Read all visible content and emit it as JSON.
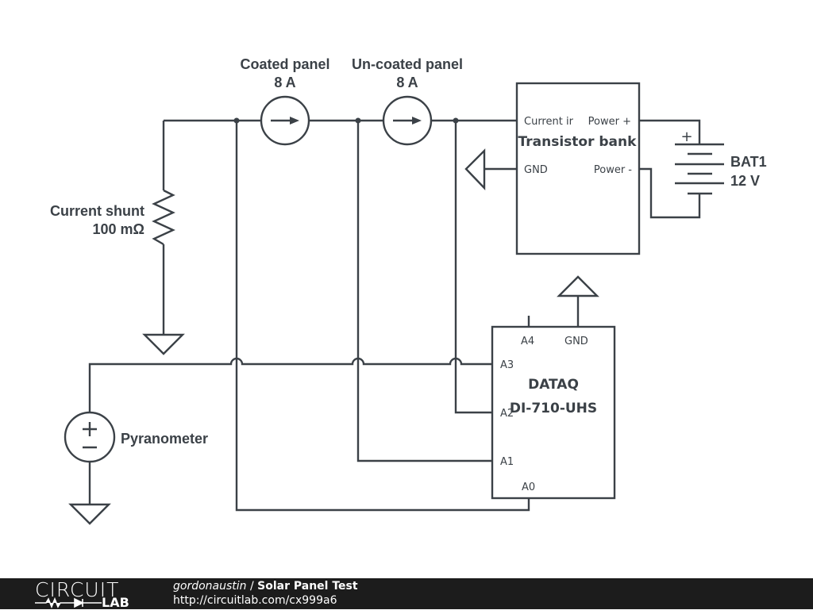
{
  "components": {
    "coated_panel": {
      "name": "Coated panel",
      "value": "8 A"
    },
    "uncoated_panel": {
      "name": "Un-coated panel",
      "value": "8 A"
    },
    "shunt": {
      "name": "Current shunt",
      "value": "100 mΩ"
    },
    "pyranometer": {
      "name": "Pyranometer"
    },
    "battery": {
      "name": "BAT1",
      "value": "12 V",
      "plus": "+"
    },
    "transistor_bank": {
      "title": "Transistor bank",
      "pins": {
        "current_in": "Current ir",
        "power_plus": "Power +",
        "gnd": "GND",
        "power_minus": "Power -"
      }
    },
    "dataq": {
      "title1": "DATAQ",
      "title2": "DI-710-UHS",
      "pins": {
        "a0": "A0",
        "a1": "A1",
        "a2": "A2",
        "a3": "A3",
        "a4": "A4",
        "gnd": "GND"
      }
    }
  },
  "colors": {
    "wire": "#3b4147",
    "footer_bg": "#1c1c1c"
  },
  "footer": {
    "logo_top": "CIRCUIT",
    "logo_bottom": "LAB",
    "author": "gordonaustin",
    "separator": " / ",
    "title": "Solar Panel Test",
    "url": "http://circuitlab.com/cx999a6"
  }
}
